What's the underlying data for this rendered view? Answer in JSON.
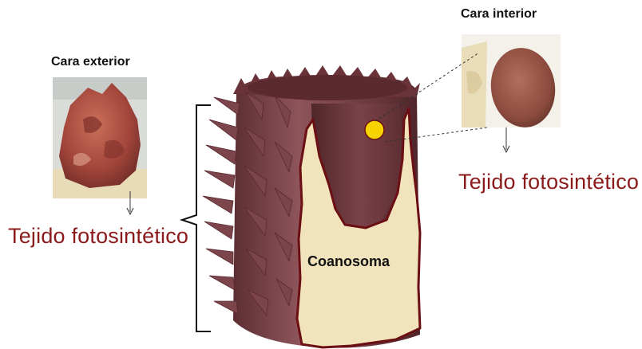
{
  "labels": {
    "exterior_title": "Cara exterior",
    "interior_title": "Cara interior",
    "tissue_left": "Tejido fotosintético",
    "tissue_right": "Tejido fotosintético",
    "core": "Coanosoma"
  },
  "colors": {
    "tissue_text": "#8b1a1a",
    "sponge_outer": "#8a4f55",
    "sponge_inner": "#6e3a40",
    "coanosoma_fill": "#f1e4bc",
    "coanosoma_border": "#6b0f14",
    "marker_fill": "#f7d400"
  }
}
